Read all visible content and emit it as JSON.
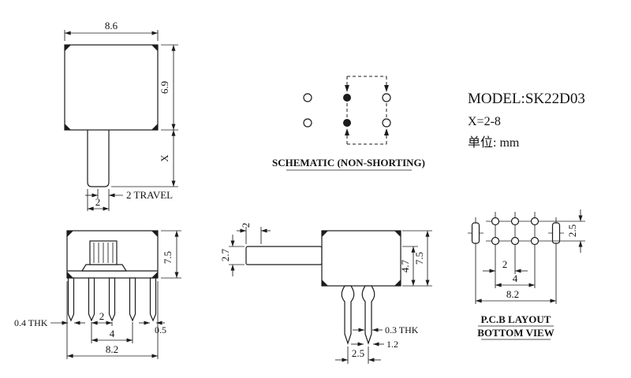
{
  "info": {
    "model": "MODEL:SK22D03",
    "x_range": "X=2-8",
    "unit": "单位: mm"
  },
  "schematic": {
    "label": "SCHEMATIC (NON-SHORTING)"
  },
  "pcb": {
    "title": "P.C.B LAYOUT",
    "subtitle": "BOTTOM VIEW"
  },
  "top_view": {
    "width": "8.6",
    "height": "6.9",
    "shaft": "X",
    "travel": "2 TRAVEL",
    "stem_width": "2"
  },
  "front_view": {
    "height": "7.5",
    "pin_thk": "0.4 THK",
    "pin_pitch": "2",
    "pin_offset": "0.5",
    "pin_span": "4",
    "body_width": "8.2"
  },
  "side_view": {
    "travel": "2",
    "stem_height": "2.7",
    "body_height": "4.7",
    "total_height": "7.5",
    "pin_thk": "0.3 THK",
    "pin_width": "1.2",
    "pin_pitch": "2.5"
  },
  "pcb_view": {
    "row_pitch": "2.5",
    "hole_pitch": "2",
    "hole_span": "4",
    "slot_span": "8.2"
  }
}
